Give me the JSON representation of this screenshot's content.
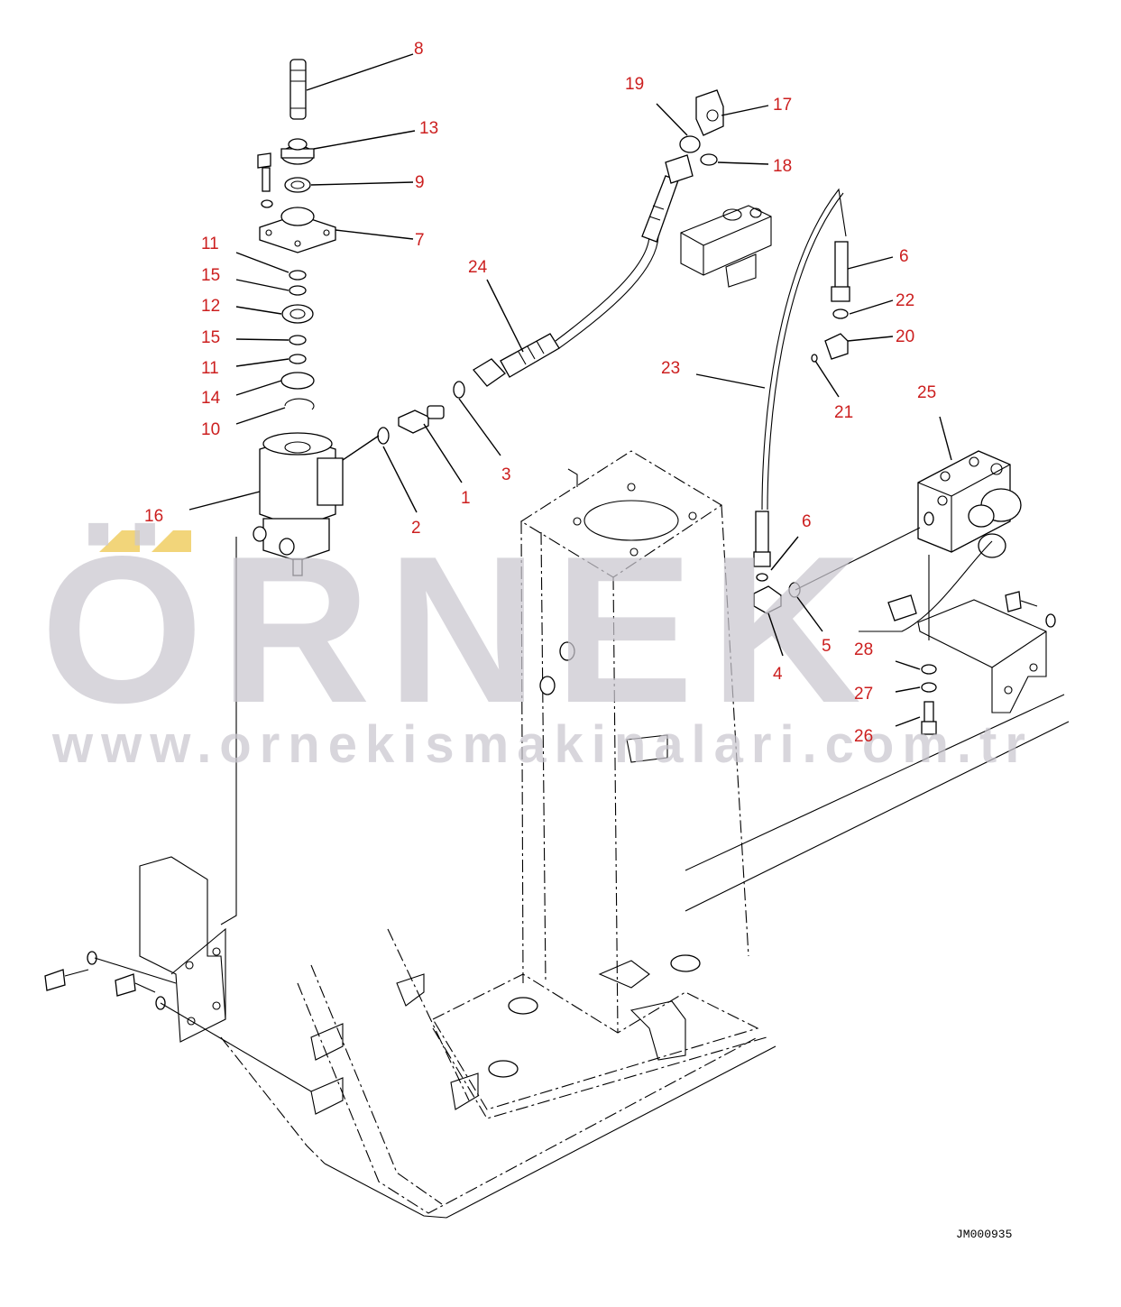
{
  "diagram": {
    "drawing_code": "JM000935",
    "callouts": [
      {
        "label": "8"
      },
      {
        "label": "13"
      },
      {
        "label": "9"
      },
      {
        "label": "7"
      },
      {
        "label": "11"
      },
      {
        "label": "15"
      },
      {
        "label": "12"
      },
      {
        "label": "15"
      },
      {
        "label": "11"
      },
      {
        "label": "14"
      },
      {
        "label": "10"
      },
      {
        "label": "16"
      },
      {
        "label": "2"
      },
      {
        "label": "1"
      },
      {
        "label": "3"
      },
      {
        "label": "24"
      },
      {
        "label": "19"
      },
      {
        "label": "17"
      },
      {
        "label": "18"
      },
      {
        "label": "6"
      },
      {
        "label": "22"
      },
      {
        "label": "20"
      },
      {
        "label": "23"
      },
      {
        "label": "21"
      },
      {
        "label": "25"
      },
      {
        "label": "6"
      },
      {
        "label": "5"
      },
      {
        "label": "4"
      },
      {
        "label": "28"
      },
      {
        "label": "27"
      },
      {
        "label": "26"
      }
    ]
  },
  "watermark": {
    "brand": "ÖRNEK",
    "url": "www.ornekismakinalari.com.tr",
    "accent_color": "#f2d57a",
    "text_color": "#c9c6cf"
  }
}
